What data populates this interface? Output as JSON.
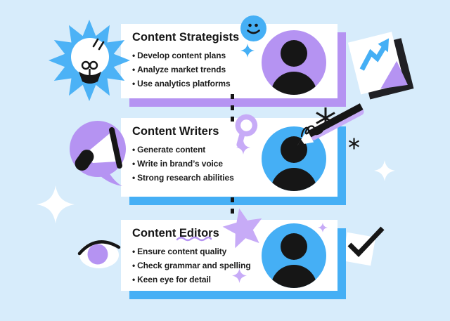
{
  "page": {
    "background": "#d7ecfb"
  },
  "colors": {
    "blue": "#45aff5",
    "purple": "#b593f2",
    "light_purple": "#c7abf7",
    "black": "#161616",
    "white": "#ffffff"
  },
  "bullet_char": "•",
  "cards": [
    {
      "title": "Content Strategists",
      "bullets": [
        "Develop content plans",
        "Analyze market trends",
        "Use analytics platforms"
      ],
      "shadow_color": "#b593f2",
      "avatar_color": "#b593f2"
    },
    {
      "title": "Content Writers",
      "bullets": [
        "Generate content",
        "Write in brand’s voice",
        "Strong research abilities"
      ],
      "shadow_color": "#45aff5",
      "avatar_color": "#45aff5"
    },
    {
      "title": "Content Editors",
      "bullets": [
        "Ensure content quality",
        "Check grammar and spelling",
        "Keen eye for detail"
      ],
      "shadow_color": "#45aff5",
      "avatar_color": "#45aff5"
    }
  ],
  "icons": [
    "lightbulb-starburst-icon",
    "smiley-icon",
    "trend-chart-icon",
    "megaphone-icon",
    "magnifier-icon",
    "pencil-icon",
    "scribble-icon",
    "asterisk-icon",
    "eye-icon",
    "star-icon",
    "checkmark-icon",
    "sparkle-icon",
    "dotted-connector"
  ]
}
